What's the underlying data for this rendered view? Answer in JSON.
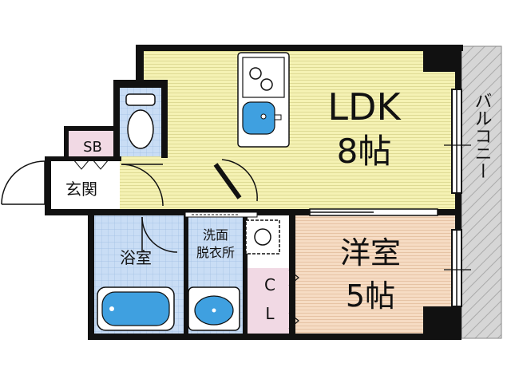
{
  "colors": {
    "wall": "#111111",
    "ldk_floor": "#f5f2b4",
    "yoshitsu_floor": "#f6dcc4",
    "wet_floor": "#c9ddf5",
    "sb_floor": "#f1d9e4",
    "cl_floor": "#f1d9e4",
    "fixture": "#3fa0e0",
    "balcony": "#d6d6d6"
  },
  "rooms": {
    "ldk": {
      "name": "LDK",
      "size": "8帖"
    },
    "yoshitsu": {
      "name": "洋室",
      "size": "5帖"
    },
    "bath": {
      "name": "浴室"
    },
    "washroom": {
      "line1": "洗面",
      "line2": "脱衣所"
    },
    "closet": {
      "line1": "C",
      "line2": "L"
    },
    "shoebox": {
      "name": "SB"
    },
    "entrance": {
      "name": "玄関"
    },
    "balcony": {
      "name": "バルコニー"
    }
  },
  "fixtures": [
    "kitchen-stove-icon",
    "kitchen-sink-icon",
    "toilet-icon",
    "bathtub-icon",
    "washbasin-icon",
    "washing-machine-icon"
  ]
}
